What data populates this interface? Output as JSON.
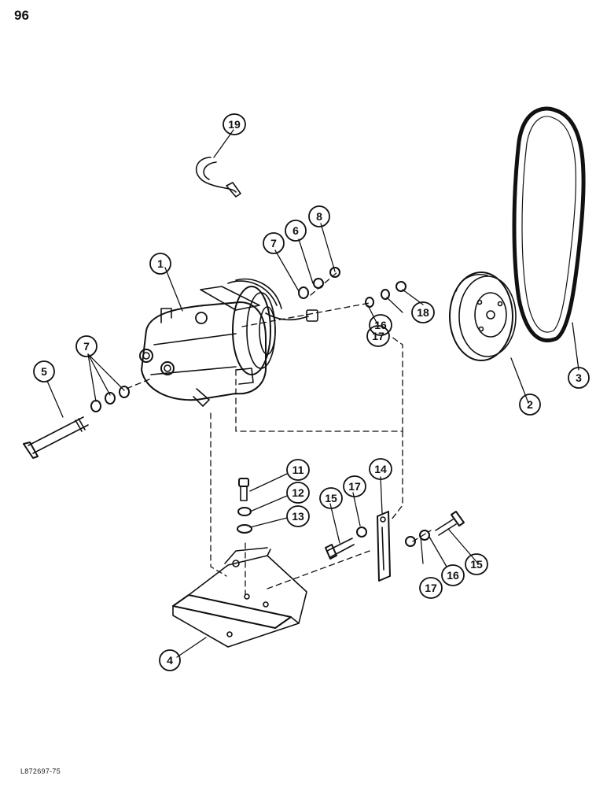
{
  "page": {
    "number": "96",
    "figure_code": "L872697-75"
  },
  "callouts": [
    {
      "id": "callout-1",
      "label": "1"
    },
    {
      "id": "callout-2",
      "label": "2"
    },
    {
      "id": "callout-3",
      "label": "3"
    },
    {
      "id": "callout-4",
      "label": "4"
    },
    {
      "id": "callout-5",
      "label": "5"
    },
    {
      "id": "callout-6",
      "label": "6"
    },
    {
      "id": "callout-7a",
      "label": "7"
    },
    {
      "id": "callout-7b",
      "label": "7"
    },
    {
      "id": "callout-8",
      "label": "8"
    },
    {
      "id": "callout-11",
      "label": "11"
    },
    {
      "id": "callout-12",
      "label": "12"
    },
    {
      "id": "callout-13",
      "label": "13"
    },
    {
      "id": "callout-14",
      "label": "14"
    },
    {
      "id": "callout-15a",
      "label": "15"
    },
    {
      "id": "callout-15b",
      "label": "15"
    },
    {
      "id": "callout-16a",
      "label": "16"
    },
    {
      "id": "callout-16b",
      "label": "16"
    },
    {
      "id": "callout-17a",
      "label": "17"
    },
    {
      "id": "callout-17b",
      "label": "17"
    },
    {
      "id": "callout-17c",
      "label": "17"
    },
    {
      "id": "callout-18",
      "label": "18"
    },
    {
      "id": "callout-19",
      "label": "19"
    }
  ]
}
